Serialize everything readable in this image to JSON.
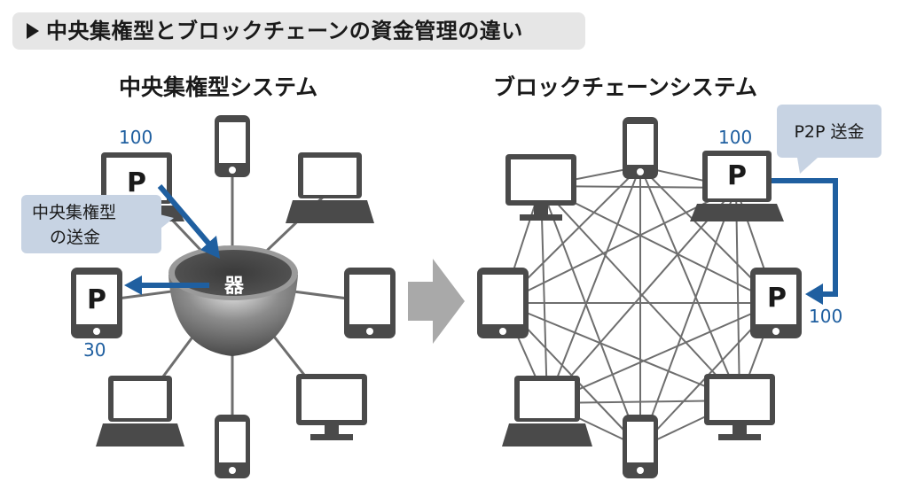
{
  "title": "中央集権型とブロックチェーンの資金管理の違い",
  "left_system": {
    "title": "中央集権型システム",
    "sender_balance": "100",
    "receiver_balance": "30",
    "callout_line1": "中央集権型",
    "callout_line2": "の送金",
    "center_label": "器",
    "node_label": "P"
  },
  "right_system": {
    "title": "ブロックチェーンシステム",
    "sender_balance": "100",
    "receiver_balance": "100",
    "callout": "P2P 送金",
    "node_label": "P"
  },
  "colors": {
    "accent_blue": "#1f5fa0",
    "callout_fill": "#c7d3e3",
    "device_gray": "#4a4a4a",
    "line_gray": "#6e6e6e",
    "arrow_gray": "#a9a9a9",
    "title_bg": "#e6e6e6"
  }
}
